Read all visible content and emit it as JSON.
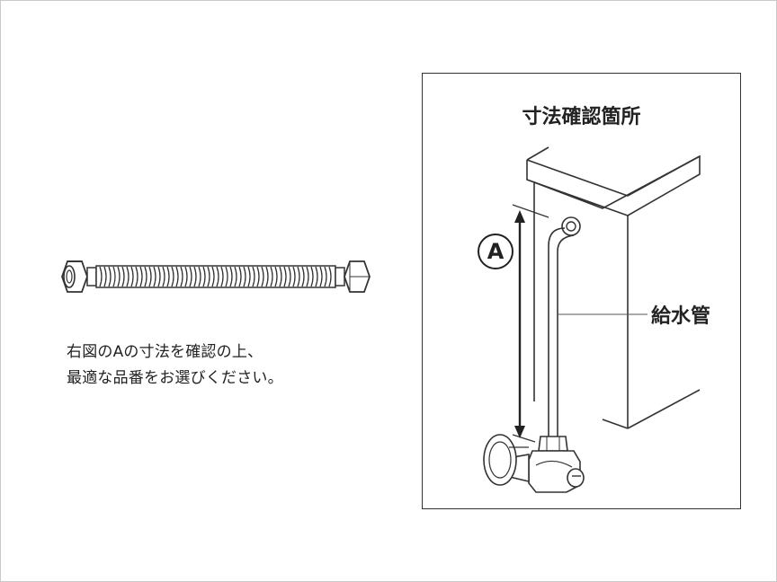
{
  "instructions": {
    "line1": "右図のAの寸法を確認の上、",
    "line2": "最適な品番をお選びください。"
  },
  "diagram": {
    "title": "寸法確認箇所",
    "dimension_label": "A",
    "pipe_label": "給水管"
  },
  "colors": {
    "line": "#333333",
    "border": "#c9c9c9"
  },
  "icons": [
    "flexible-hose-icon",
    "toilet-tank-icon",
    "supply-pipe-icon",
    "stop-valve-icon"
  ]
}
